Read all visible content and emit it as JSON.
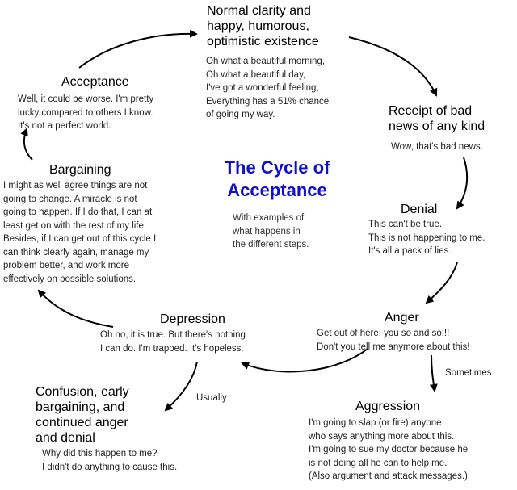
{
  "center": {
    "title": "The Cycle of\nAcceptance",
    "subtitle": "With examples of\nwhat happens in\nthe different steps."
  },
  "stages": {
    "normal": {
      "title": "Normal clarity and\nhappy, humorous,\noptimistic existence",
      "example": "Oh what a beautiful morning,\nOh what a beautiful day,\nI've got a wonderful feeling,\nEverything has a 51% chance\n   of going my way."
    },
    "receipt": {
      "title": "Receipt of bad\nnews of any kind",
      "example": "Wow, that's bad news."
    },
    "denial": {
      "title": "Denial",
      "example": "This can't be true.\nThis is not happening to me.\nIt's all a pack of lies."
    },
    "anger": {
      "title": "Anger",
      "example": "Get out of here, you so and so!!!\nDon't you tell me anymore about this!"
    },
    "aggression": {
      "title": "Aggression",
      "example": "I'm going to slap (or fire) anyone\nwho says anything more about this.\nI'm going to sue my doctor because he\nis not doing all he can to help me.\n(Also argument and attack messages.)"
    },
    "depression": {
      "title": "Depression",
      "example": "Oh no, it is true. But there's nothing\nI can do. I'm trapped. It's hopeless."
    },
    "confusion": {
      "title": "Confusion, early\nbargaining, and\ncontinued anger\nand denial",
      "example": "Why did this happen to me?\nI didn't do anything to cause this."
    },
    "bargaining": {
      "title": "Bargaining",
      "example": "I might as well agree things are not\ngoing to change. A miracle is not\ngoing to happen. If I do that, I can at\nleast get on with the rest of my life.\nBesides, if I can get out of this cycle I\ncan think clearly again, manage my\nproblem better, and work more\neffectively on possible solutions."
    },
    "acceptance": {
      "title": "Acceptance",
      "example": "Well, it could be worse. I'm pretty\nlucky compared to others I know.\nIt's not a perfect world."
    }
  },
  "connectors": {
    "sometimes": "Sometimes",
    "usually": "Usually"
  }
}
